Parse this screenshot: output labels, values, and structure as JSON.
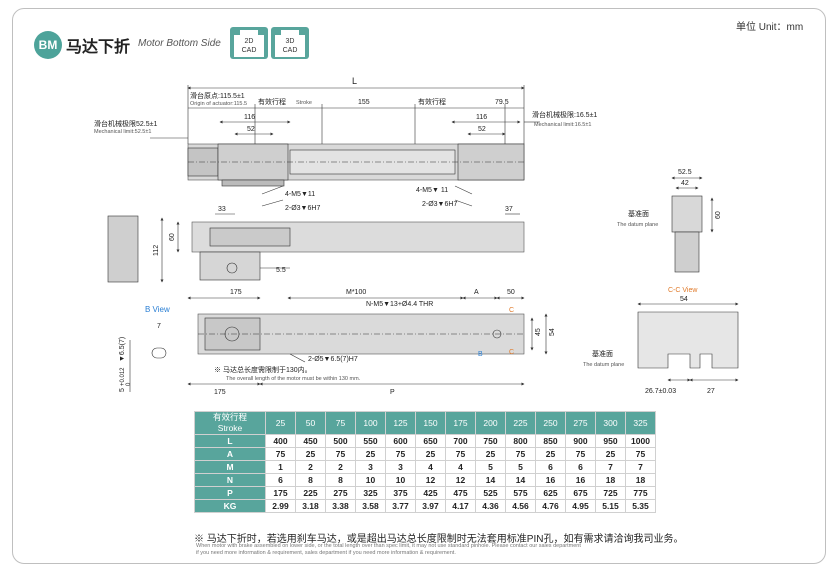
{
  "unit_label": "单位 Unit：mm",
  "header": {
    "badge": "BM",
    "title_cn": "马达下折",
    "title_en": "Motor Bottom Side",
    "cad_buttons": [
      {
        "line1": "2D",
        "line2": "CAD"
      },
      {
        "line1": "3D",
        "line2": "CAD"
      }
    ]
  },
  "dims": {
    "L": "L",
    "origin_cn": "滑台原点:115.5±1",
    "origin_en": "Origin of actuator:115.5",
    "stroke_cn_1": "有效行程",
    "stroke_en": "Stroke",
    "stroke_cn_2": "有效行程",
    "d155": "155",
    "d79_5": "79.5",
    "d116_left": "116",
    "d52_left": "52",
    "d116_right": "116",
    "d52_right": "52",
    "mech_left_cn": "滑台机械极限52.5±1",
    "mech_left_en": "Mechanical limit:52.5±1",
    "mech_right_cn": "滑台机械极限:16.5±1",
    "mech_right_en": "Mechanical limit:16.5±1",
    "m5_left": "4-M5▼11",
    "pin_left": "2-Ø3▼6H7",
    "m5_right": "4-M5▼ 11",
    "pin_right": "2-Ø3▼6H7",
    "d33": "33",
    "d37": "37",
    "d60_side": "60",
    "d112": "112",
    "d5_5": "5.5",
    "d52_5": "52.5",
    "d42": "42",
    "d60_end": "60",
    "datum_cn_1": "基准面",
    "datum_en_1": "The datum plane",
    "b_view": "B View",
    "d7": "7",
    "d175_top": "175",
    "m100": "M*100",
    "dA": "A",
    "d50": "50",
    "n_holes": "N-M5▼13+Ø4.4 THR",
    "c_mark_1": "C",
    "c_mark_2": "C",
    "b_mark": "B",
    "d45": "45",
    "d54_side": "54",
    "tol_a": "5",
    "tol_b": "+0.012",
    "tol_c": "0",
    "tol_d": "▼6.5(7)",
    "pin_bottom": "2-Ø5▼6.5(7)H7",
    "motor_note_cn": "※ 马达总长度需限制于130内。",
    "motor_note_en": "The overall length of the motor must be within 130 mm.",
    "d175_bottom": "175",
    "dP": "P",
    "cc_view": "C-C View",
    "d54_top": "54",
    "datum_cn_2": "基准面",
    "datum_en_2": "The datum plane",
    "d26_7": "26.7±0.03",
    "d27": "27"
  },
  "table": {
    "header_cn": "有效行程",
    "header_en": "Stroke",
    "columns": [
      "25",
      "50",
      "75",
      "100",
      "125",
      "150",
      "175",
      "200",
      "225",
      "250",
      "275",
      "300",
      "325"
    ],
    "rows": [
      {
        "label": "L",
        "values": [
          "400",
          "450",
          "500",
          "550",
          "600",
          "650",
          "700",
          "750",
          "800",
          "850",
          "900",
          "950",
          "1000"
        ]
      },
      {
        "label": "A",
        "values": [
          "75",
          "25",
          "75",
          "25",
          "75",
          "25",
          "75",
          "25",
          "75",
          "25",
          "75",
          "25",
          "75"
        ]
      },
      {
        "label": "M",
        "values": [
          "1",
          "2",
          "2",
          "3",
          "3",
          "4",
          "4",
          "5",
          "5",
          "6",
          "6",
          "7",
          "7"
        ]
      },
      {
        "label": "N",
        "values": [
          "6",
          "8",
          "8",
          "10",
          "10",
          "12",
          "12",
          "14",
          "14",
          "16",
          "16",
          "18",
          "18"
        ]
      },
      {
        "label": "P",
        "values": [
          "175",
          "225",
          "275",
          "325",
          "375",
          "425",
          "475",
          "525",
          "575",
          "625",
          "675",
          "725",
          "775"
        ]
      },
      {
        "label": "KG",
        "values": [
          "2.99",
          "3.18",
          "3.38",
          "3.58",
          "3.77",
          "3.97",
          "4.17",
          "4.36",
          "4.56",
          "4.76",
          "4.95",
          "5.15",
          "5.35"
        ]
      }
    ]
  },
  "notes": {
    "cn": "※ 马达下折时，若选用刹车马达，或是超出马达总长度限制时无法套用标准PIN孔，如有需求请洽询我司业务。",
    "en1": "When motor with brake assembled on lower side, or the total length over than spec limit, it may not use standard pinhole. Please contact our sales department",
    "en2": "if you need more information & requirement, sales department if you need more information & requirement."
  },
  "colors": {
    "accent": "#58a59c",
    "badge": "#4da39a",
    "highlight": "#e07a2a",
    "link_blue": "#2a7fd4"
  }
}
